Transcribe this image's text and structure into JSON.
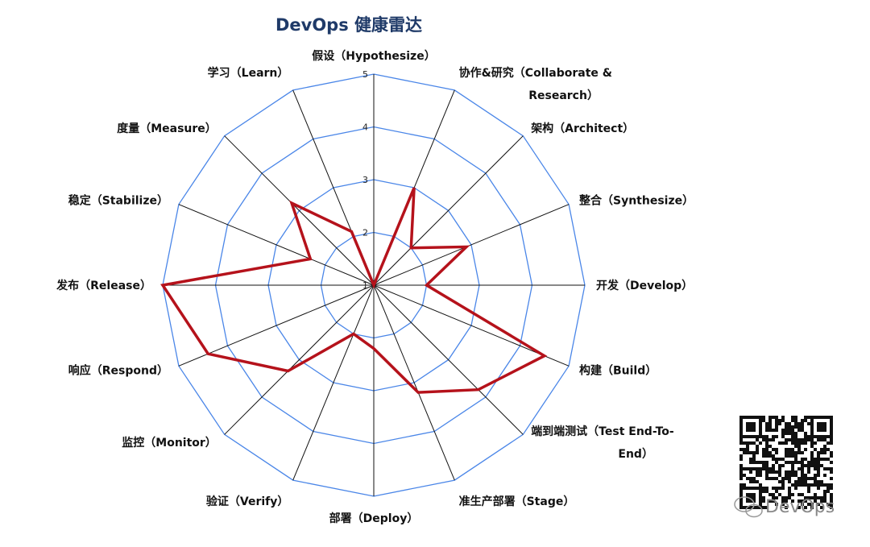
{
  "chart_data": {
    "type": "radar",
    "title": "DevOps 健康雷达",
    "rmin": 1,
    "rmax": 5,
    "ticks": [
      "1",
      "2",
      "3",
      "4",
      "5"
    ],
    "categories": [
      "假设（Hypothesize）",
      [
        "协作&研究（Collaborate &",
        "Research）"
      ],
      "架构（Architect）",
      "整合（Synthesize）",
      "开发（Develop）",
      "构建（Build）",
      [
        "端到端测试（Test End-To-",
        "End）"
      ],
      "准生产部署（Stage）",
      "部署（Deploy）",
      "验证（Verify）",
      "监控（Monitor）",
      "响应（Respond）",
      "发布（Release）",
      "稳定（Stabilize）",
      "度量（Measure）",
      "学习（Learn）"
    ],
    "series": [
      {
        "values": [
          1,
          3,
          2,
          2.9,
          2,
          4.5,
          3.8,
          3.2,
          2.2,
          2,
          3.3,
          4.4,
          5,
          2.3,
          3.2,
          2.1
        ]
      }
    ],
    "grid": true,
    "colors": {
      "series": "#b5121b",
      "grid": "#4a86e8",
      "spoke": "#111111",
      "title": "#1f3a68"
    }
  },
  "watermark": {
    "text": "DevOps"
  }
}
